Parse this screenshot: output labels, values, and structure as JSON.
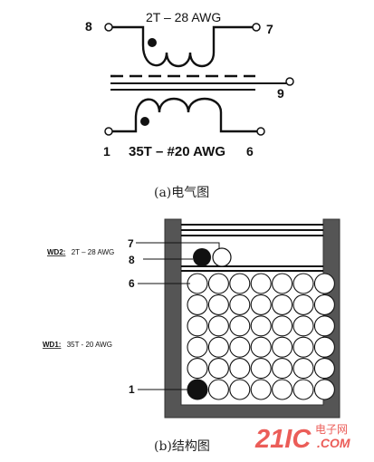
{
  "schematic": {
    "pin_top_left": "8",
    "pin_top_right": "7",
    "pin_tap": "9",
    "pin_bottom_left": "1",
    "pin_bottom_right": "6",
    "primary_label": "2T – 28 AWG",
    "secondary_label": "35T – #20 AWG"
  },
  "caption_a": "(a)电气图",
  "structure": {
    "pin_7": "7",
    "pin_8": "8",
    "pin_6": "6",
    "pin_1": "1",
    "wd2_prefix": "WD2:",
    "wd2_value": "2T – 28 AWG",
    "wd1_prefix": "WD1:",
    "wd1_value": "35T -  20 AWG",
    "grid_rows": 6,
    "grid_cols": 7
  },
  "caption_b": "(b)结构图",
  "watermark": {
    "main": "21IC",
    "sub_top": "电子网",
    "sub_bottom": ".COM",
    "color": "#e8413c"
  }
}
